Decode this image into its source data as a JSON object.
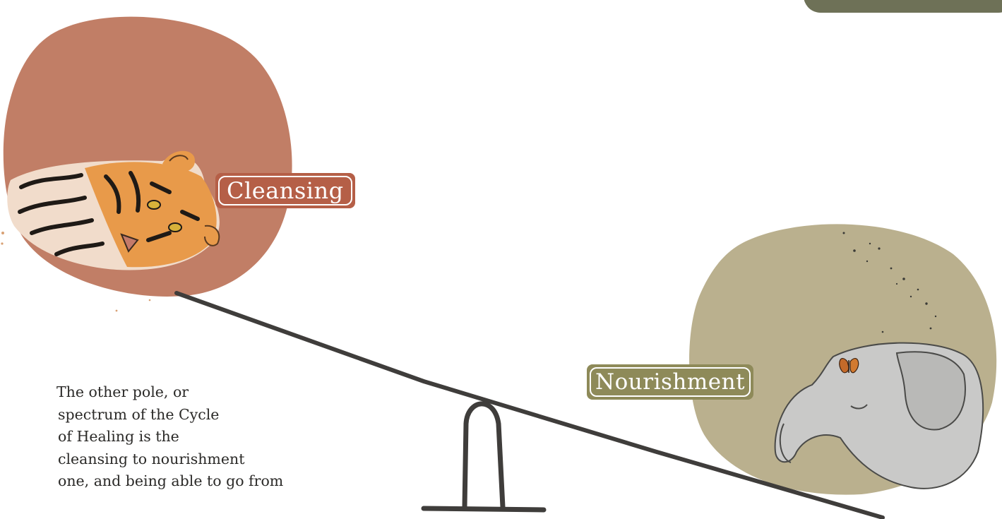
{
  "labels": {
    "cleansing": "Cleansing",
    "nourishment": "Nourishment"
  },
  "body_text": {
    "lines": [
      "The other pole, or",
      "spectrum of the Cycle",
      "of Healing is the",
      "cleansing to nourishment",
      "one, and being able to go from"
    ]
  },
  "colors": {
    "cleansing_blob": "#c17e66",
    "nourishment_blob": "#bab08e",
    "top_pill": "#6e7157",
    "seesaw": "#3f3d3b"
  },
  "icons": {
    "tiger": "tiger-illustration",
    "elephant": "elephant-illustration",
    "butterfly": "butterfly-illustration"
  }
}
